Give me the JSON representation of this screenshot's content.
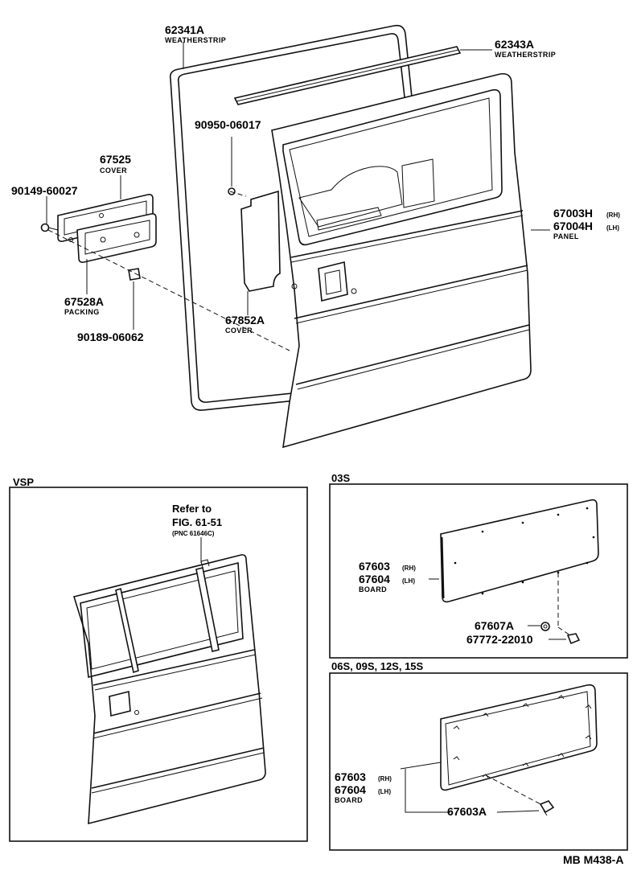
{
  "parts": {
    "p62341A": {
      "num": "62341A",
      "name": "WEATHERSTRIP"
    },
    "p62343A": {
      "num": "62343A",
      "name": "WEATHERSTRIP"
    },
    "p90950": {
      "num": "90950-06017"
    },
    "p67525": {
      "num": "67525",
      "name": "COVER"
    },
    "p90149": {
      "num": "90149-60027"
    },
    "p67003H": {
      "num": "67003H",
      "side": "(RH)"
    },
    "p67004H": {
      "num": "67004H",
      "side": "(LH)",
      "name": "PANEL"
    },
    "p67528A": {
      "num": "67528A",
      "name": "PACKING"
    },
    "p67852A": {
      "num": "67852A",
      "name": "COVER"
    },
    "p90189": {
      "num": "90189-06062"
    }
  },
  "vsp": {
    "title": "VSP",
    "ref_line1": "Refer to",
    "ref_line2": "FIG. 61-51",
    "ref_line3": "(PNC 61646C)"
  },
  "box03s": {
    "title": "03S",
    "rh_num": "67603",
    "rh_side": "(RH)",
    "lh_num": "67604",
    "lh_side": "(LH)",
    "name": "BOARD",
    "clip1": "67607A",
    "clip2": "67772-22010"
  },
  "box06s": {
    "title": "06S, 09S, 12S, 15S",
    "rh_num": "67603",
    "rh_side": "(RH)",
    "lh_num": "67604",
    "lh_side": "(LH)",
    "name": "BOARD",
    "clip": "67603A"
  },
  "code": "MB  M438-A"
}
